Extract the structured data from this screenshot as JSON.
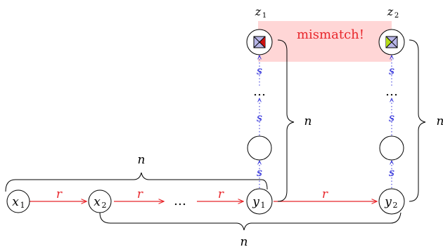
{
  "colors": {
    "arrow": "#e8262b",
    "label_r": "#e8262b",
    "dotted": "#2b2bd9",
    "label_s": "#2b2bd9",
    "mismatch_fill": "#ffd6d6",
    "mismatch_text": "#e8262b",
    "node_stroke": "#000000",
    "icon_box": "#b8b6e8",
    "icon_z1_tri": "#cc1111",
    "icon_z2_tri": "#b6dd1a"
  },
  "nodes": {
    "x1": {
      "base": "x",
      "sub": "1"
    },
    "x2": {
      "base": "x",
      "sub": "2"
    },
    "y1": {
      "base": "y",
      "sub": "1"
    },
    "y2": {
      "base": "y",
      "sub": "2"
    },
    "z1": {
      "base": "z",
      "sub": "1"
    },
    "z2": {
      "base": "z",
      "sub": "2"
    }
  },
  "labels": {
    "r": "r",
    "s": "s",
    "n": "n",
    "dots": "…",
    "mismatch": "mismatch!"
  }
}
